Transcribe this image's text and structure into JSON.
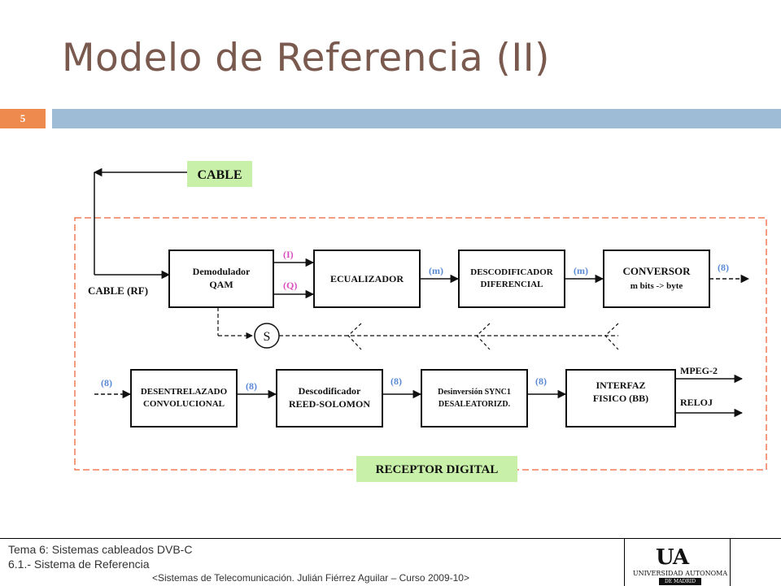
{
  "slide": {
    "title": "Modelo de Referencia (II)",
    "number": "5"
  },
  "diagram": {
    "cable_label": "CABLE",
    "cable_rf_label": "CABLE (RF)",
    "receptor_label": "RECEPTOR DIGITAL",
    "row1": {
      "demodulador": [
        "Demodulador",
        "QAM"
      ],
      "ecualizador": "ECUALIZADOR",
      "descodificador_diferencial": [
        "DESCODIFICADOR",
        "DIFERENCIAL"
      ],
      "conversor": [
        "CONVERSOR",
        "m bits -> byte"
      ],
      "label_i": "(I)",
      "label_q": "(Q)",
      "label_m1": "(m)",
      "label_m2": "(m)",
      "label_8_out": "(8)",
      "sync_symbol": "S"
    },
    "row2": {
      "desentrelazado": [
        "DESENTRELAZADO",
        "CONVOLUCIONAL"
      ],
      "reed_solomon": [
        "Descodificador",
        "REED-SOLOMON"
      ],
      "desinversion": [
        "Desinversión SYNC1",
        "DESALEATORIZD."
      ],
      "interfaz": [
        "INTERFAZ",
        "FISICO (BB)"
      ],
      "label_8_in": "(8)",
      "label_8_a": "(8)",
      "label_8_b": "(8)",
      "label_8_c": "(8)",
      "mpeg_label": "MPEG-2",
      "reloj_label": "RELOJ"
    },
    "colors": {
      "green_label_bg": "#c8f0a8",
      "dashed_border": "#f07a5a",
      "pink_label": "#d94fc0",
      "blue_label": "#5a8ad6"
    }
  },
  "footer": {
    "line1": "Tema 6: Sistemas cableados DVB-C",
    "line2": "6.1.- Sistema de Referencia",
    "credit": "<Sistemas de Telecomunicación. Julián Fiérrez Aguilar – Curso 2009-10>",
    "logo": {
      "letters": "UA",
      "line1": "UNIVERSIDAD AUTONOMA",
      "line2": "DE MADRID"
    }
  }
}
